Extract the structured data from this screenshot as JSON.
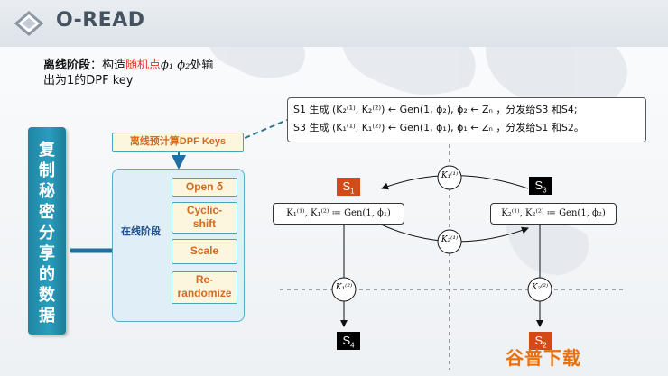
{
  "title": "O-READ",
  "intro": {
    "label": "离线阶段",
    "text_before": "：构造",
    "highlight": "随机点",
    "phi1": "ϕ₁ ϕ₂",
    "text_after": "处输",
    "line2": "出为1的DPF key"
  },
  "side_label": [
    "复",
    "制",
    "秘",
    "密",
    "分",
    "享",
    "的",
    "数",
    "据"
  ],
  "offline_box": "离线预计算DPF Keys",
  "online_label": "在线阶段",
  "phases": [
    "Open δ",
    "Cyclic-\nshift",
    "Scale",
    "Re-\nrandomize"
  ],
  "formula": {
    "line1": "S1 生成 (K₂⁽¹⁾, K₂⁽²⁾) ← Gen(1, ϕ₂),   ϕ₂ ← Zₙ ，分发给S3 和S4;",
    "line2": "S3 生成 (K₁⁽¹⁾, K₁⁽²⁾) ← Gen(1, ϕ₁),   ϕ₁ ← Zₙ ，分发给S1 和S2。"
  },
  "gen_left": "K₁⁽¹⁾, K₁⁽²⁾ ≔ Gen(1, ϕ₁)",
  "gen_right": "K₂⁽¹⁾, K₂⁽²⁾ ≔ Gen(1, ϕ₂)",
  "servers": {
    "s1": {
      "label": "S",
      "sub": "1",
      "color": "#d24a17"
    },
    "s3": {
      "label": "S",
      "sub": "3",
      "color": "#000000"
    },
    "s4": {
      "label": "S",
      "sub": "4",
      "color": "#000000"
    },
    "s2": {
      "label": "S",
      "sub": "2",
      "color": "#d24a17"
    }
  },
  "circles": {
    "top": "K₁⁽¹⁾",
    "mid": "K₂⁽¹⁾",
    "left": "K₁⁽²⁾",
    "right": "K₂⁽²⁾"
  },
  "watermark": "谷普下载",
  "colors": {
    "accent_teal": "#2a9dbd",
    "phase_text": "#d46a1e",
    "red": "#e0312b"
  }
}
